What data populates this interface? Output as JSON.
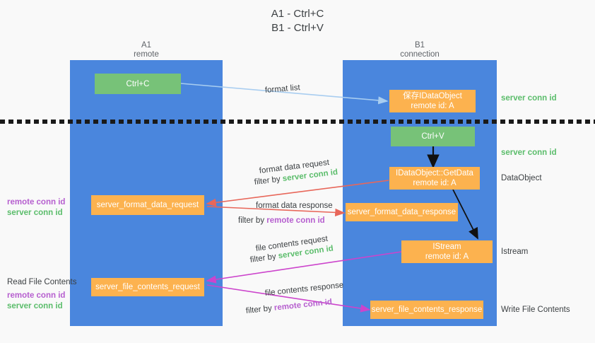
{
  "title": {
    "line1": "A1 - Ctrl+C",
    "line2": "B1 - Ctrl+V"
  },
  "colors": {
    "lane": "#4a86dd",
    "green_node": "#77c278",
    "orange_node": "#fcb24f",
    "server_conn_id": "#5bbd6b",
    "remote_conn_id": "#b65fcf",
    "background": "#f9f9f9",
    "arrow_format_list": "#a8cdf0",
    "arrow_format_data": "#e8675a",
    "arrow_file_contents": "#cc44cc",
    "arrow_black": "#111111"
  },
  "columns": [
    {
      "name": "A1",
      "sub": "remote"
    },
    {
      "name": "B1",
      "sub": "connection"
    }
  ],
  "nodes": {
    "ctrl_c": {
      "label": "Ctrl+C"
    },
    "idataobject": {
      "line1": "保存IDataObject",
      "line2": "remote id: A"
    },
    "ctrl_v": {
      "label": "Ctrl+V"
    },
    "getdata": {
      "line1": "IDataObject::GetData",
      "line2": "remote id: A"
    },
    "format_data_request": {
      "label": "server_format_data_request"
    },
    "format_data_response": {
      "label": "server_format_data_response"
    },
    "istream": {
      "line1": "IStream",
      "line2": "remote id: A"
    },
    "file_contents_request": {
      "label": "server_file_contents_request"
    },
    "file_contents_response": {
      "label": "server_file_contents_response"
    }
  },
  "edge_labels": {
    "format_list": "format list",
    "format_data_request": "format data request",
    "format_data_request_filter_pre": "filter by ",
    "format_data_request_filter_key": "server conn id",
    "format_data_response": "format data response",
    "format_data_response_filter_pre": "filter by ",
    "format_data_response_filter_key": "remote conn id",
    "file_contents_request": "file contents request",
    "file_contents_request_filter_pre": "filter by ",
    "file_contents_request_filter_key": "server conn id",
    "file_contents_response": "file contents response",
    "file_contents_response_filter_pre": "filter by ",
    "file_contents_response_filter_key": "remote conn id"
  },
  "right_labels": {
    "server_conn_id_top": "server conn id",
    "server_conn_id_mid": "server conn id",
    "dataobject": "DataObject",
    "istream": "Istream",
    "write_file_contents": "Write File Contents"
  },
  "left_labels": {
    "remote_conn_id_1": "remote conn id",
    "server_conn_id_1": "server conn id",
    "read_file_contents": "Read File Contents",
    "remote_conn_id_2": "remote conn id",
    "server_conn_id_2": "server conn id"
  }
}
